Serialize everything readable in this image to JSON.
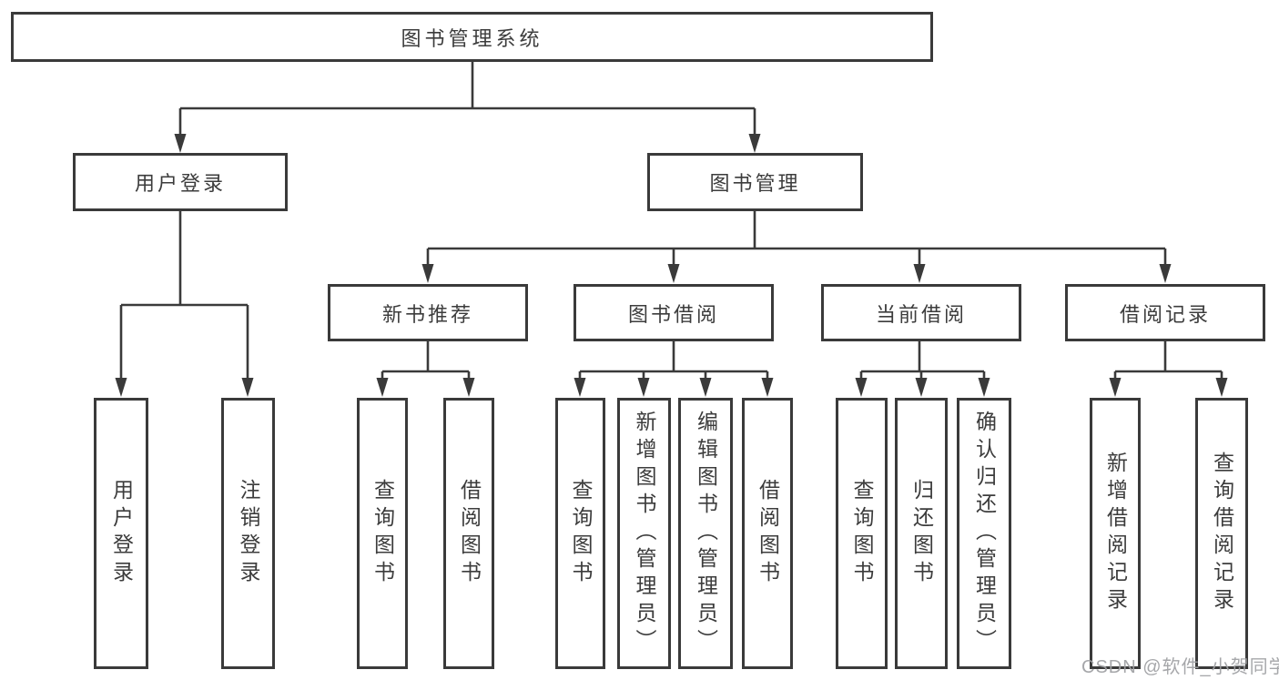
{
  "diagram": {
    "root": {
      "label": "图书管理系统"
    },
    "level2": [
      {
        "label": "用户登录"
      },
      {
        "label": "图书管理"
      }
    ],
    "level3": [
      {
        "label": "新书推荐",
        "parent": "图书管理"
      },
      {
        "label": "图书借阅",
        "parent": "图书管理"
      },
      {
        "label": "当前借阅",
        "parent": "图书管理"
      },
      {
        "label": "借阅记录",
        "parent": "图书管理"
      }
    ],
    "leaves": [
      {
        "label": "用户登录",
        "parent": "用户登录"
      },
      {
        "label": "注销登录",
        "parent": "用户登录"
      },
      {
        "label": "查询图书",
        "parent": "新书推荐"
      },
      {
        "label": "借阅图书",
        "parent": "新书推荐"
      },
      {
        "label": "查询图书",
        "parent": "图书借阅"
      },
      {
        "label": "新增图书（管理员）",
        "parent": "图书借阅"
      },
      {
        "label": "编辑图书（管理员）",
        "parent": "图书借阅"
      },
      {
        "label": "借阅图书",
        "parent": "图书借阅"
      },
      {
        "label": "查询图书",
        "parent": "当前借阅"
      },
      {
        "label": "归还图书",
        "parent": "当前借阅"
      },
      {
        "label": "确认归还（管理员）",
        "parent": "当前借阅"
      },
      {
        "label": "新增借阅记录",
        "parent": "借阅记录"
      },
      {
        "label": "查询借阅记录",
        "parent": "借阅记录"
      }
    ]
  },
  "watermark": {
    "text": "CSDN @软件_小贺同学"
  },
  "colors": {
    "line": "#3a3a3a",
    "text": "#3c3c3c",
    "background": "#ffffff",
    "watermark": "#9fa0a3"
  }
}
